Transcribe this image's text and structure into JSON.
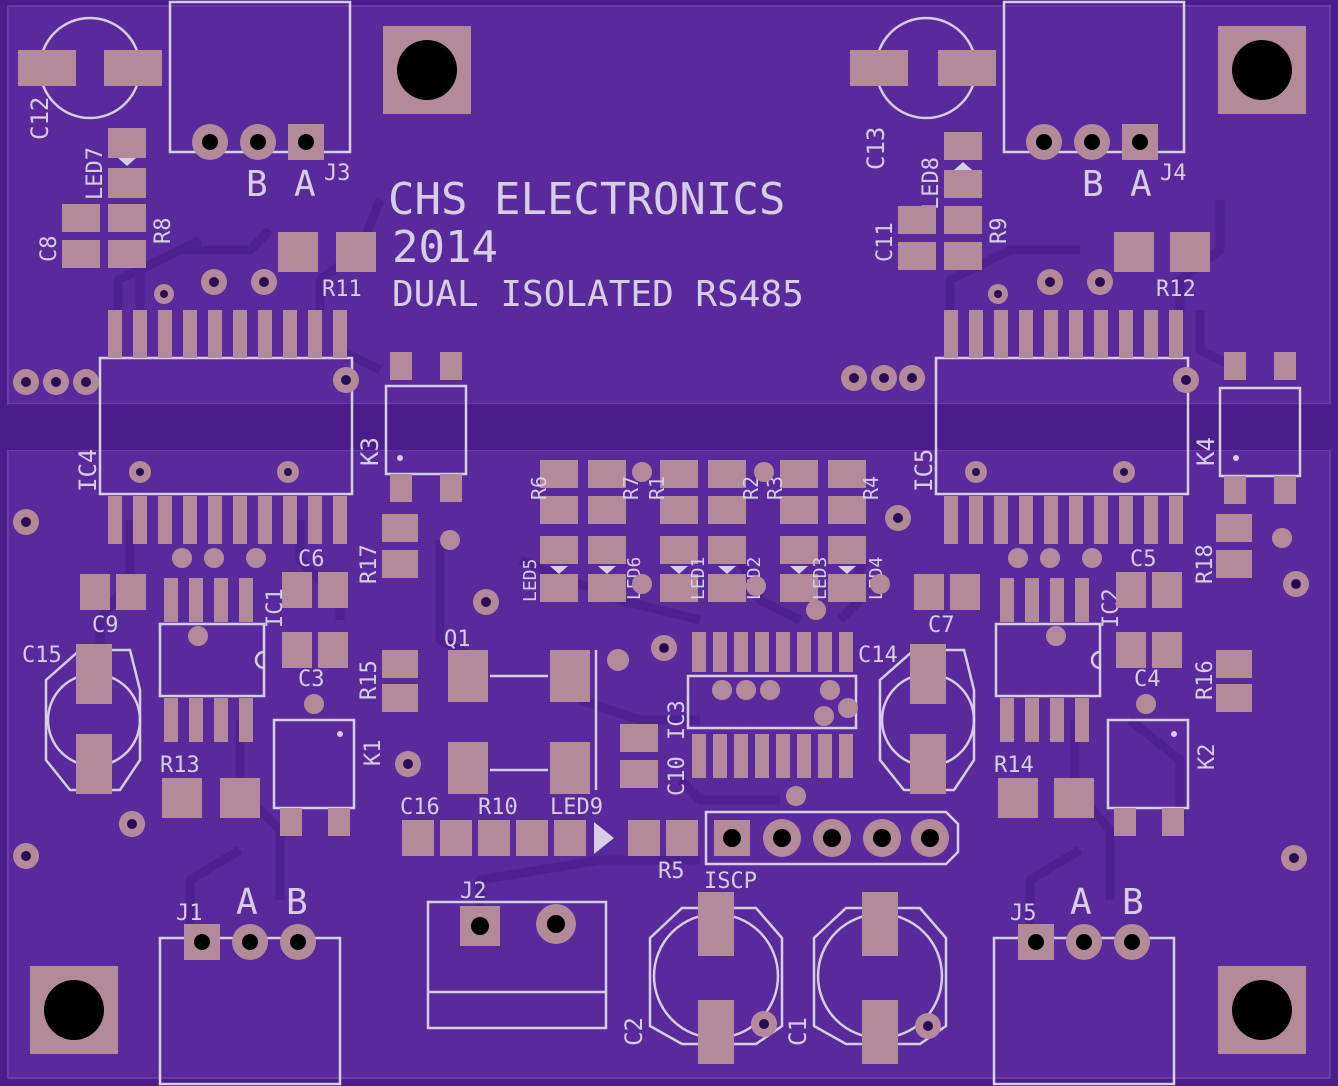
{
  "board": {
    "title_line1": "CHS ELECTRONICS",
    "title_line2": "2014",
    "title_line3": "DUAL ISOLATED RS485"
  },
  "colors": {
    "substrate": "#4a1d8a",
    "copper": "#5a2a9c",
    "trace": "#52238f",
    "pad": "#b38a9a",
    "silk": "#d7cde6",
    "hole": "#000000"
  },
  "labels": {
    "c12": "C12",
    "led7": "LED7",
    "c8": "C8",
    "r8": "R8",
    "j3": "J3",
    "j3_b": "B",
    "j3_a": "A",
    "r11": "R11",
    "c13": "C13",
    "led8": "LED8",
    "c11": "C11",
    "r9": "R9",
    "j4": "J4",
    "j4_b": "B",
    "j4_a": "A",
    "r12": "R12",
    "ic4": "IC4",
    "k3": "K3",
    "ic5": "IC5",
    "k4": "K4",
    "r6": "R6",
    "r7": "R7",
    "r1": "R1",
    "r3": "R3",
    "r2": "R2",
    "r4": "R4",
    "led5": "LED5",
    "led6": "LED6",
    "led1": "LED1",
    "led2": "LED2",
    "led3": "LED3",
    "led4": "LED4",
    "c9": "C9",
    "ic1": "IC1",
    "c6": "C6",
    "r17": "R17",
    "c7": "C7",
    "ic2": "IC2",
    "c5": "C5",
    "r18": "R18",
    "c15": "C15",
    "c3": "C3",
    "r15": "R15",
    "q1": "Q1",
    "k1": "K1",
    "r13": "R13",
    "c14": "C14",
    "ic3": "IC3",
    "c10": "C10",
    "c4": "C4",
    "r16": "R16",
    "k2": "K2",
    "r14": "R14",
    "c16": "C16",
    "r10": "R10",
    "led9": "LED9",
    "r5": "R5",
    "iscp": "ISCP",
    "j1": "J1",
    "j1_a": "A",
    "j1_b": "B",
    "j2": "J2",
    "c2": "C2",
    "c1": "C1",
    "j5": "J5",
    "j5_a": "A",
    "j5_b": "B"
  }
}
